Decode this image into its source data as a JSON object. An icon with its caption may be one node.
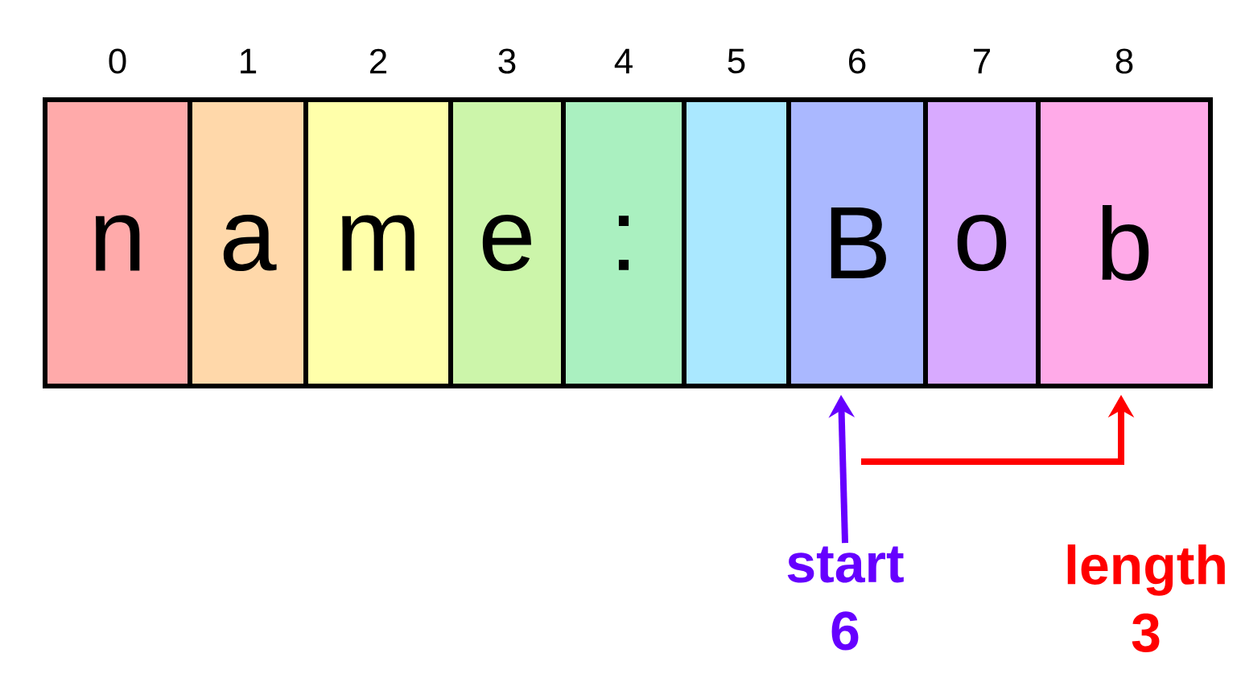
{
  "diagram": {
    "nodes": [
      {
        "text": [
          "n"
        ],
        "beside": [
          "0"
        ]
      },
      {
        "text": [
          "a"
        ],
        "beside": [
          "1"
        ]
      },
      {
        "text": [
          "m"
        ],
        "beside": [
          "2"
        ]
      },
      {
        "text": [
          "e"
        ],
        "beside": [
          "3"
        ]
      },
      {
        "text": [
          ":"
        ],
        "beside": [
          "4"
        ]
      },
      {
        "text": [],
        "shape": "box",
        "beside": [
          "5"
        ]
      },
      {
        "text": [
          "B"
        ],
        "beside": [
          "6"
        ]
      },
      {
        "text": [
          "o"
        ],
        "beside": [
          "7"
        ]
      },
      {
        "text": [
          "b"
        ],
        "beside": [
          "8"
        ]
      },
      {
        "text": [
          "start 6"
        ]
      }
    ],
    "edges": [
      {
        "from": 9,
        "to": 6,
        "arrow": "to",
        "color": "#6600ff"
      },
      {
        "from": null,
        "to": 8,
        "arrow": "to",
        "color": "#ff0000"
      }
    ],
    "labels": [
      "length 3"
    ]
  }
}
